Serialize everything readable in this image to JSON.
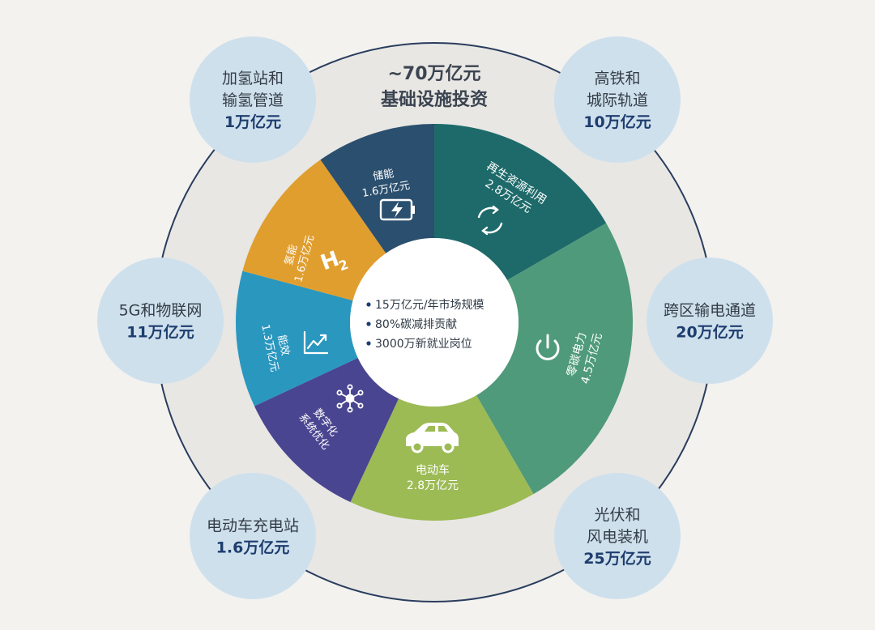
{
  "total": {
    "line1": "~70万亿元",
    "line2": "基础设施投资"
  },
  "colors": {
    "background": "#f3f2ef",
    "outer_ring": "#e8e7e4",
    "outer_ring_stroke": "#2a3d5e",
    "bubble": "#cfe0ed",
    "bubble_value": "#1d3d6e"
  },
  "bubbles": [
    {
      "id": "hydrogen-stations",
      "lines": [
        "加氢站和",
        "输氢管道"
      ],
      "value": "1万亿元"
    },
    {
      "id": "high-speed-rail",
      "lines": [
        "高铁和",
        "城际轨道"
      ],
      "value": "10万亿元"
    },
    {
      "id": "5g-iot",
      "lines": [
        "5G和物联网"
      ],
      "value": "11万亿元"
    },
    {
      "id": "uhv-transmission",
      "lines": [
        "跨区输电通道"
      ],
      "value": "20万亿元"
    },
    {
      "id": "ev-charging",
      "lines": [
        "电动车充电站"
      ],
      "value": "1.6万亿元"
    },
    {
      "id": "pv-wind",
      "lines": [
        "光伏和",
        "风电装机"
      ],
      "value": "25万亿元"
    }
  ],
  "segments": [
    {
      "id": "renewable-resource",
      "name": "再生资源利用",
      "value": "2.8万亿元",
      "amount": 2.8,
      "color": "#1e6a6a",
      "icon": "recycle-icon"
    },
    {
      "id": "zero-carbon-power",
      "name": "零碳电力",
      "value": "4.5万亿元",
      "amount": 4.5,
      "color": "#4f9a7a",
      "icon": "power-icon"
    },
    {
      "id": "electric-vehicle",
      "name": "电动车",
      "value": "2.8万亿元",
      "amount": 2.8,
      "color": "#9cbb55",
      "icon": "car-icon"
    },
    {
      "id": "digitalization",
      "name_lines": [
        "数字化",
        "系统优化"
      ],
      "value": "",
      "amount": 1.2,
      "color": "#4a4590",
      "icon": "network-icon"
    },
    {
      "id": "efficiency",
      "name": "能效",
      "value": "1.3万亿元",
      "amount": 1.3,
      "color": "#2a97bf",
      "icon": "chart-trend-icon"
    },
    {
      "id": "hydrogen",
      "name": "氢能",
      "value": "1.6万亿元",
      "amount": 1.6,
      "color": "#e09e2f",
      "icon": "h2-icon"
    },
    {
      "id": "energy-storage",
      "name": "储能",
      "value": "1.6万亿元",
      "amount": 1.6,
      "color": "#2b4f6e",
      "icon": "battery-icon"
    }
  ],
  "center_bullets": [
    "15万亿元/年市场规模",
    "80%碳减排贡献",
    "3000万新就业岗位"
  ]
}
